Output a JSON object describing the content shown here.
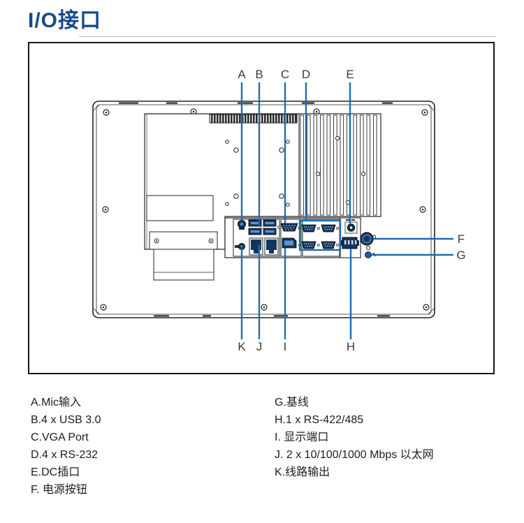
{
  "page": {
    "title": "I/O接口"
  },
  "figure": {
    "callouts": {
      "top": [
        "A",
        "B",
        "C",
        "D",
        "E"
      ],
      "bottom": [
        "K",
        "J",
        "I",
        "H"
      ],
      "right": [
        "F",
        "G"
      ]
    }
  },
  "legend": {
    "left": [
      "A.Mic输入",
      "B.4 x USB 3.0",
      "C.VGA Port",
      "D.4 x RS-232",
      "E.DC插口",
      "F. 电源按钮"
    ],
    "right": [
      "G.基线",
      "H.1 x RS-422/485",
      "I. 显示端口",
      "J. 2 x 10/100/1000 Mbps 以太网",
      "K.线路输出"
    ]
  },
  "colors": {
    "title_blue": "#17498c",
    "callout_line": "#1e6cb5",
    "port_dark": "#12355e",
    "port_mid": "#2e6da4",
    "line_art": "#222222"
  }
}
